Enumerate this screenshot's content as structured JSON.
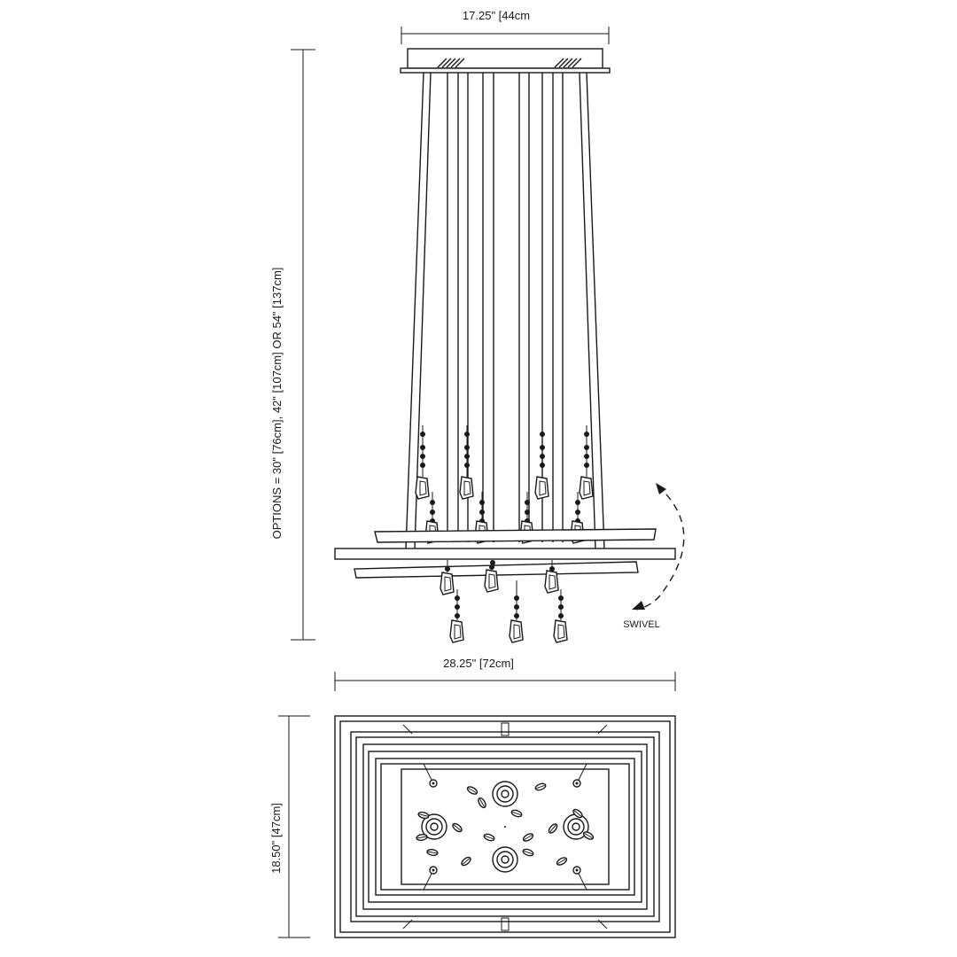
{
  "dimensions": {
    "canopy_width": "17.25\" [44cm",
    "drop_options": "OPTIONS = 30\" [76cm], 42\" [107cm] OR 54\" [137cm]",
    "fixture_width": "28.25\" [72cm]",
    "fixture_depth": "18.50\" [47cm]"
  },
  "annotations": {
    "swivel": "SWIVEL"
  },
  "colors": {
    "line": "#1a1a1a",
    "background": "#ffffff"
  }
}
